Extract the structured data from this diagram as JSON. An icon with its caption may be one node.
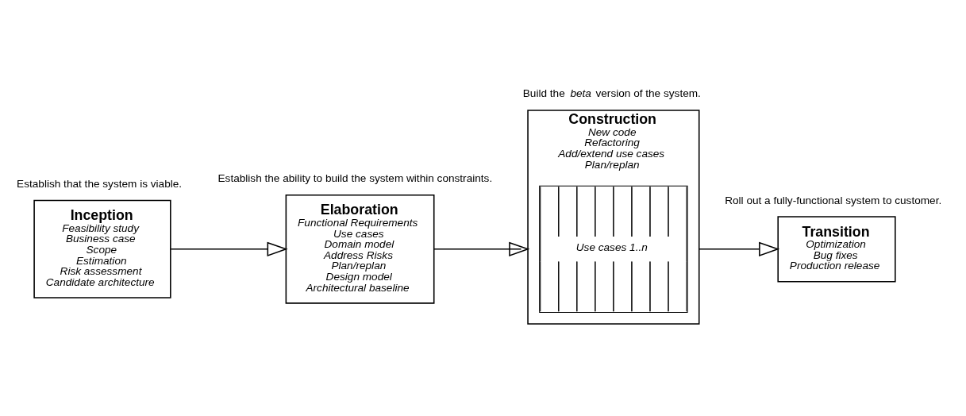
{
  "diagram": {
    "nodes": [
      {
        "text": [
          "Inception",
          "Feasibility study",
          "Business case",
          "Scope",
          "Estimation",
          "Risk assessment",
          "Candidate architecture"
        ],
        "beside": [
          "Establish that the system is viable."
        ]
      },
      {
        "text": [
          "Elaboration",
          "Functional Requirements",
          "Use cases",
          "Domain model",
          "Address Risks",
          "Plan/replan",
          "Design model",
          "Architectural baseline"
        ],
        "beside": [
          "Establish the ability to build the system within constraints."
        ]
      },
      {
        "text": [
          "Construction",
          "New code",
          "Refactoring",
          "Add/extend use cases",
          "Plan/replan"
        ],
        "beside": [
          "Build the *beta* version of the system."
        ]
      },
      {
        "text": [
          "Use cases 1..n"
        ],
        "in": 2
      },
      {
        "text": [
          "Transition",
          "Optimization",
          "Bug fixes",
          "Production release"
        ],
        "beside": [
          "Roll out a fully-functional system to customer."
        ]
      }
    ],
    "edges": [
      {
        "from": 0,
        "to": 1,
        "arrow": "to"
      },
      {
        "from": 1,
        "to": 2,
        "arrow": "to"
      },
      {
        "from": 2,
        "to": 4,
        "arrow": "to"
      }
    ]
  }
}
